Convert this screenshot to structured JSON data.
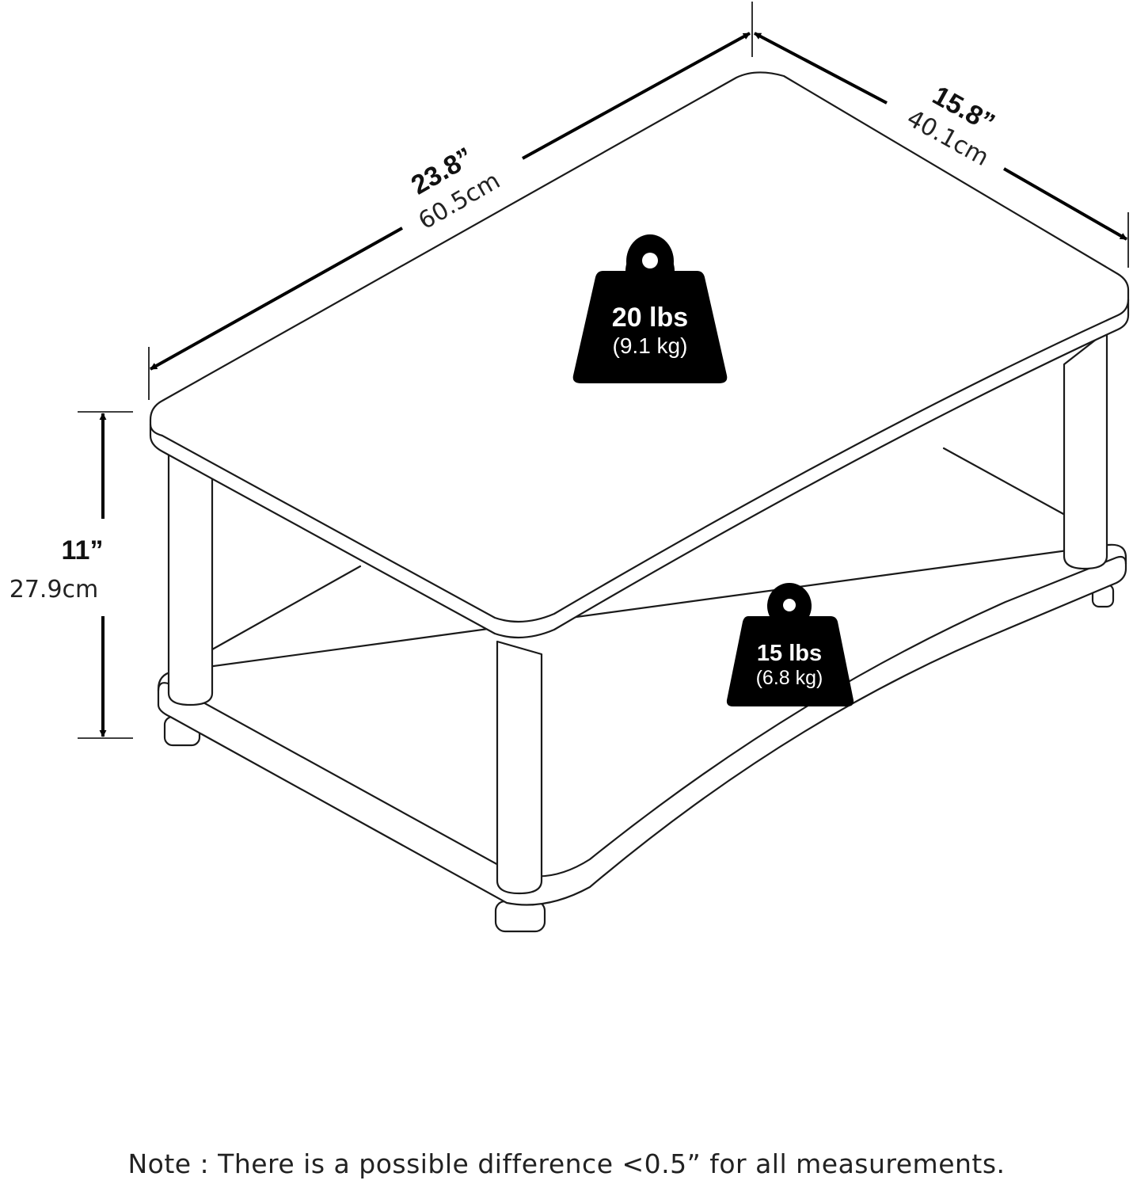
{
  "dimensions": {
    "length": {
      "inches": "23.8”",
      "cm": "60.5cm"
    },
    "depth": {
      "inches": "15.8”",
      "cm": "40.1cm"
    },
    "height": {
      "inches": "11”",
      "cm": "27.9cm"
    }
  },
  "weight_capacity": {
    "top_shelf": {
      "lbs": "20 lbs",
      "kg": "(9.1 kg)"
    },
    "bottom_shelf": {
      "lbs": "15 lbs",
      "kg": "(6.8 kg)"
    }
  },
  "note": "Note : There is a possible difference <0.5” for all measurements.",
  "colors": {
    "line": "#1a1a1a",
    "weight_fill": "#000000",
    "background": "#ffffff"
  },
  "icons": [
    "weight-icon",
    "dimension-arrow-icon"
  ]
}
